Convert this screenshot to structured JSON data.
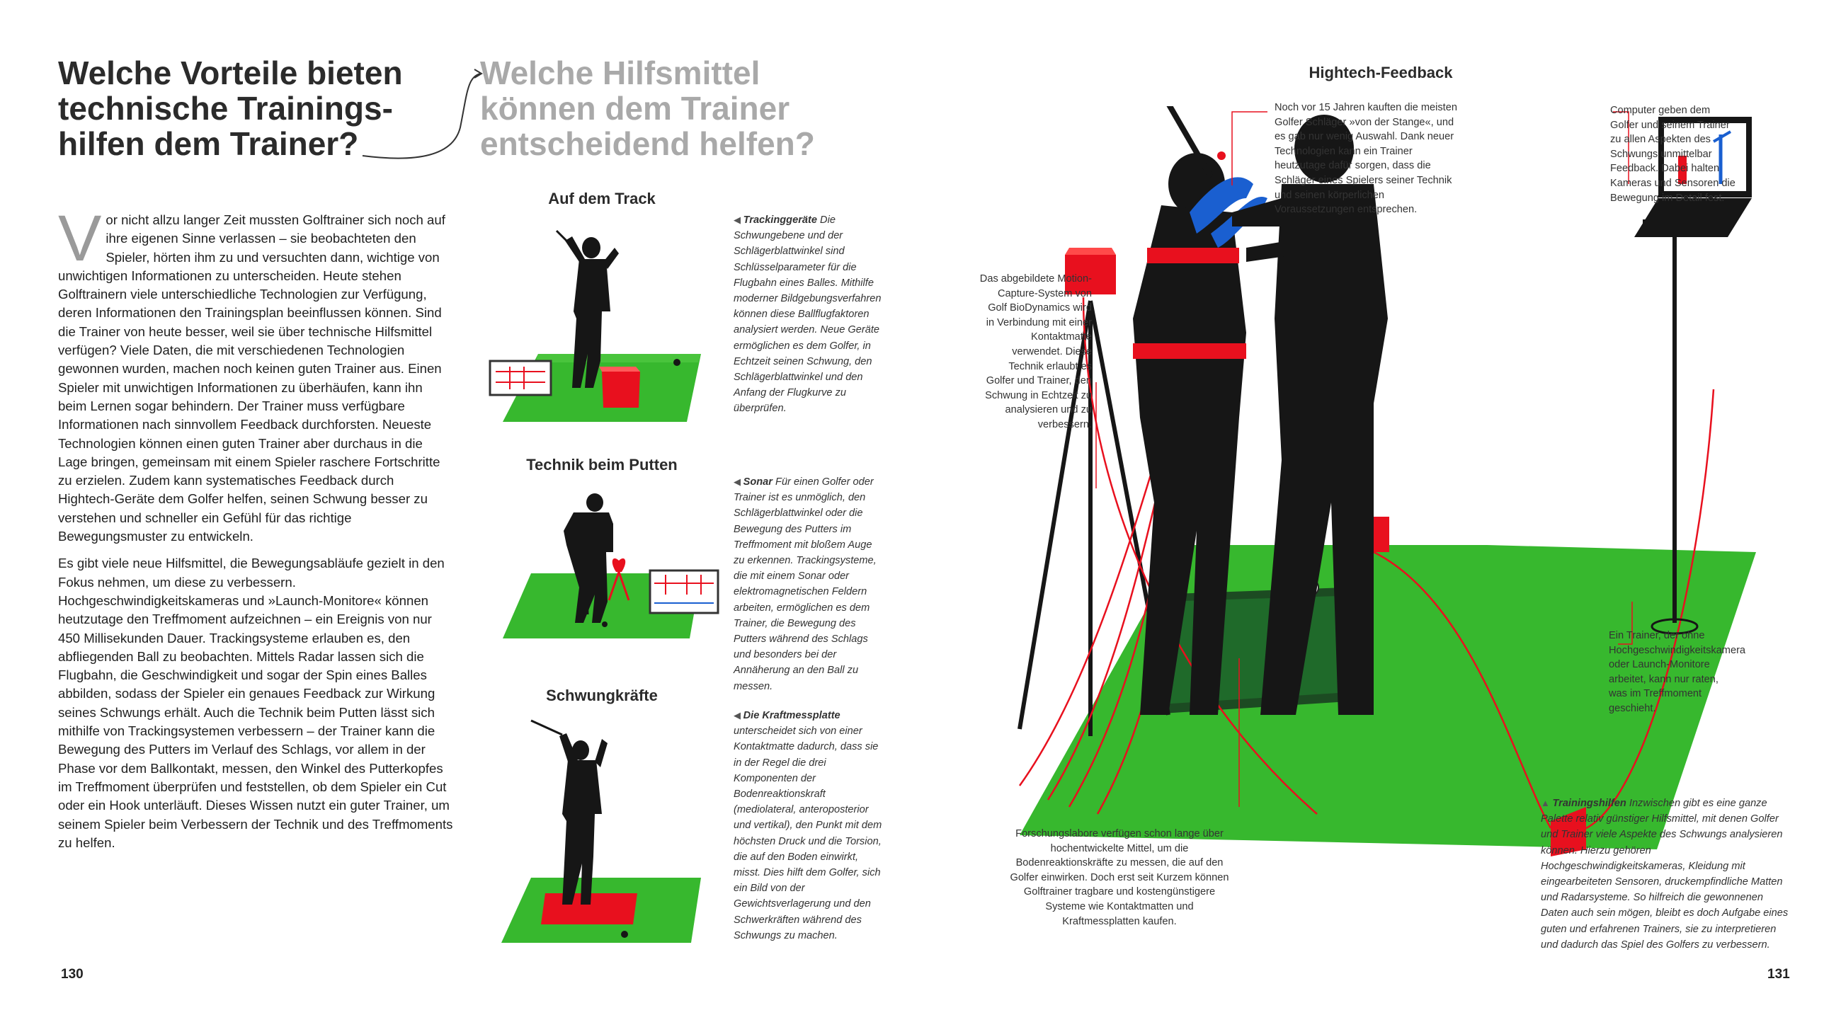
{
  "left_page": {
    "heading_dark": [
      "Welche Vorteile bieten",
      "technische Trainings-",
      "hilfen dem Trainer?"
    ],
    "heading_grey": [
      "Welche Hilfsmittel",
      "können dem Trainer",
      "entscheidend helfen?"
    ],
    "dropcap": "V",
    "paragraph1": "or nicht allzu langer Zeit mussten Golftrainer sich noch auf ihre eigenen Sinne verlassen – sie beobachteten den Spieler, hörten ihm zu und versuchten dann, wichtige von unwichtigen Informationen zu unterscheiden. Heute stehen Golftrainern viele unterschiedliche Technologien zur Verfügung, deren Informationen den Trainingsplan beeinflussen können. Sind die Trainer von heute besser, weil sie über technische Hilfsmittel verfügen? Viele Daten, die mit verschiedenen Technologien gewonnen wurden, machen noch keinen guten Trainer aus. Einen Spieler mit unwichtigen Informationen zu überhäufen, kann ihn beim Lernen sogar behindern. Der Trainer muss verfügbare Informationen nach sinnvollem Feedback durchforsten. Neueste Technologien können einen guten Trainer aber durchaus in die Lage bringen, gemeinsam mit einem Spieler raschere Fortschritte zu erzielen. Zudem kann systematisches Feedback durch Hightech-Geräte dem Golfer helfen, seinen Schwung besser zu verstehen und schneller ein Gefühl für das richtige Bewegungsmuster zu entwickeln.",
    "paragraph2": "Es gibt viele neue Hilfsmittel, die Bewegungsabläufe gezielt in den Fokus nehmen, um diese zu verbessern. Hochgeschwindigkeitskameras und »Launch-Monitore« können heutzutage den Treffmoment aufzeichnen – ein Ereignis von nur 450 Millisekunden Dauer. Trackingsysteme erlauben es, den abfliegenden Ball zu beobachten. Mittels Radar lassen sich die Flugbahn, die Geschwindigkeit und sogar der Spin eines Balles abbilden, sodass der Spieler ein genaues Feedback zur Wirkung seines Schwungs erhält. Auch die Technik beim Putten lässt sich mithilfe von Trackingsystemen verbessern – der Trainer kann die Bewegung des Putters im Verlauf des Schlags, vor allem in der Phase vor dem Ballkontakt, messen, den Winkel des Putterkopfes im Treffmoment überprüfen und feststellen, ob dem Spieler ein Cut oder ein Hook unterläuft. Dieses Wissen nutzt ein guter Trainer, um seinem Spieler beim Verbessern der Technik und des Treffmoments zu helfen.",
    "page_number": "130"
  },
  "sections": [
    {
      "title": "Auf dem Track",
      "caption_lead": "Trackinggeräte",
      "caption_text": "Die Schwungebene und der Schlägerblattwinkel sind Schlüsselparameter für die Flugbahn eines Balles. Mithilfe moderner Bildgebungsverfahren können diese Ballflugfaktoren analysiert werden. Neue Geräte ermöglichen es dem Golfer, in Echtzeit seinen Schwung, den Schlägerblattwinkel und den Anfang der Flugkurve zu überprüfen."
    },
    {
      "title": "Technik beim Putten",
      "caption_lead": "Sonar",
      "caption_text": "Für einen Golfer oder Trainer ist es unmöglich, den Schlägerblattwinkel oder die Bewegung des Putters im Treffmoment mit bloßem Auge zu erkennen. Trackingsysteme, die mit einem Sonar oder elektromagnetischen Feldern arbeiten, ermöglichen es dem Trainer, die Bewegung des Putters während des Schlags und besonders bei der Annäherung an den Ball zu messen."
    },
    {
      "title": "Schwungkräfte",
      "caption_lead": "Die Kraftmessplatte",
      "caption_text": "unterscheidet sich von einer Kontaktmatte dadurch, dass sie in der Regel die drei Komponenten der Bodenreaktionskraft (mediolateral, anteroposterior und vertikal), den Punkt mit dem höchsten Druck und die Torsion, die auf den Boden einwirkt, misst. Dies hilft dem Golfer, sich ein Bild von der Gewichtsverlagerung und den Schwerkräften während des Schwungs zu machen."
    }
  ],
  "right_page": {
    "title": "Hightech-Feedback",
    "anno_top": "Noch vor 15 Jahren kauften die meisten Golfer Schläger »von der Stange«, und es gab nur wenig Auswahl. Dank neuer Technologien kann ein Trainer heutzutage dafür sorgen, dass die Schläger eines Spielers seiner Technik und seinen körperlichen Voraussetzungen entsprechen.",
    "anno_computer": "Computer geben dem Golfer und seinem Trainer zu allen Aspekten des Schwungs unmittelbar Feedback. Dabei halten Kameras und Sensoren die Bewegung im Detail fest.",
    "anno_motion": "Das abgebildete Motion-Capture-System von Golf BioDynamics wird in Verbindung mit einer Kontaktmatte verwendet. Diese Technik erlaubt es Golfer und Trainer, den Schwung in Echtzeit zu analysieren und zu verbessern.",
    "anno_trainer": "Ein Trainer, der ohne Hochgeschwindigkeitskamera oder Launch-Monitore arbeitet, kann nur raten, was im Treffmoment geschieht.",
    "anno_labs": "Forschungslabore verfügen schon lange über hochentwickelte Mittel, um die Bodenreaktionskräfte zu messen, die auf den Golfer einwirken. Doch erst seit Kurzem können Golftrainer tragbare und kostengünstigere Systeme wie Kontaktmatten und Kraftmessplatten kaufen.",
    "anno_aids_lead": "Trainingshilfen",
    "anno_aids": "Inzwischen gibt es eine ganze Palette relativ günstiger Hilfsmittel, mit denen Golfer und Trainer viele Aspekte des Schwungs analysieren können. Hierzu gehören Hochgeschwindigkeitskameras, Kleidung mit eingearbeiteten Sensoren, druckempfindliche Matten und Radarsysteme. So hilfreich die gewonnenen Daten auch sein mögen, bleibt es doch Aufgabe eines guten und erfahrenen Trainers, sie zu interpretieren und dadurch das Spiel des Golfers zu verbessern.",
    "page_number": "131"
  },
  "colors": {
    "green": "#37b82e",
    "green_light": "#5bd04a",
    "red": "#e8101e",
    "silhouette": "#161616",
    "blue": "#1a5fd0"
  }
}
